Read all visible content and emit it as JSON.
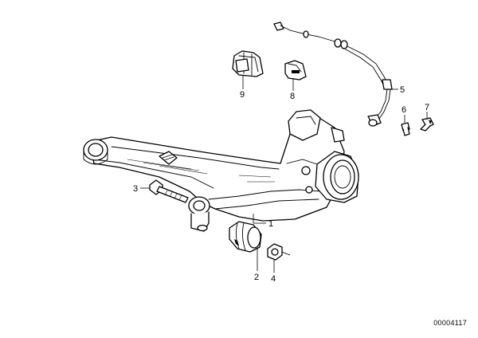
{
  "diagram": {
    "callouts": [
      {
        "id": "c1",
        "label": "1"
      },
      {
        "id": "c2",
        "label": "2"
      },
      {
        "id": "c3",
        "label": "3"
      },
      {
        "id": "c4",
        "label": "4"
      },
      {
        "id": "c5",
        "label": "5"
      },
      {
        "id": "c6",
        "label": "6"
      },
      {
        "id": "c7",
        "label": "7"
      },
      {
        "id": "c8",
        "label": "8"
      },
      {
        "id": "c9",
        "label": "9"
      }
    ],
    "reference_number": "00004117"
  }
}
